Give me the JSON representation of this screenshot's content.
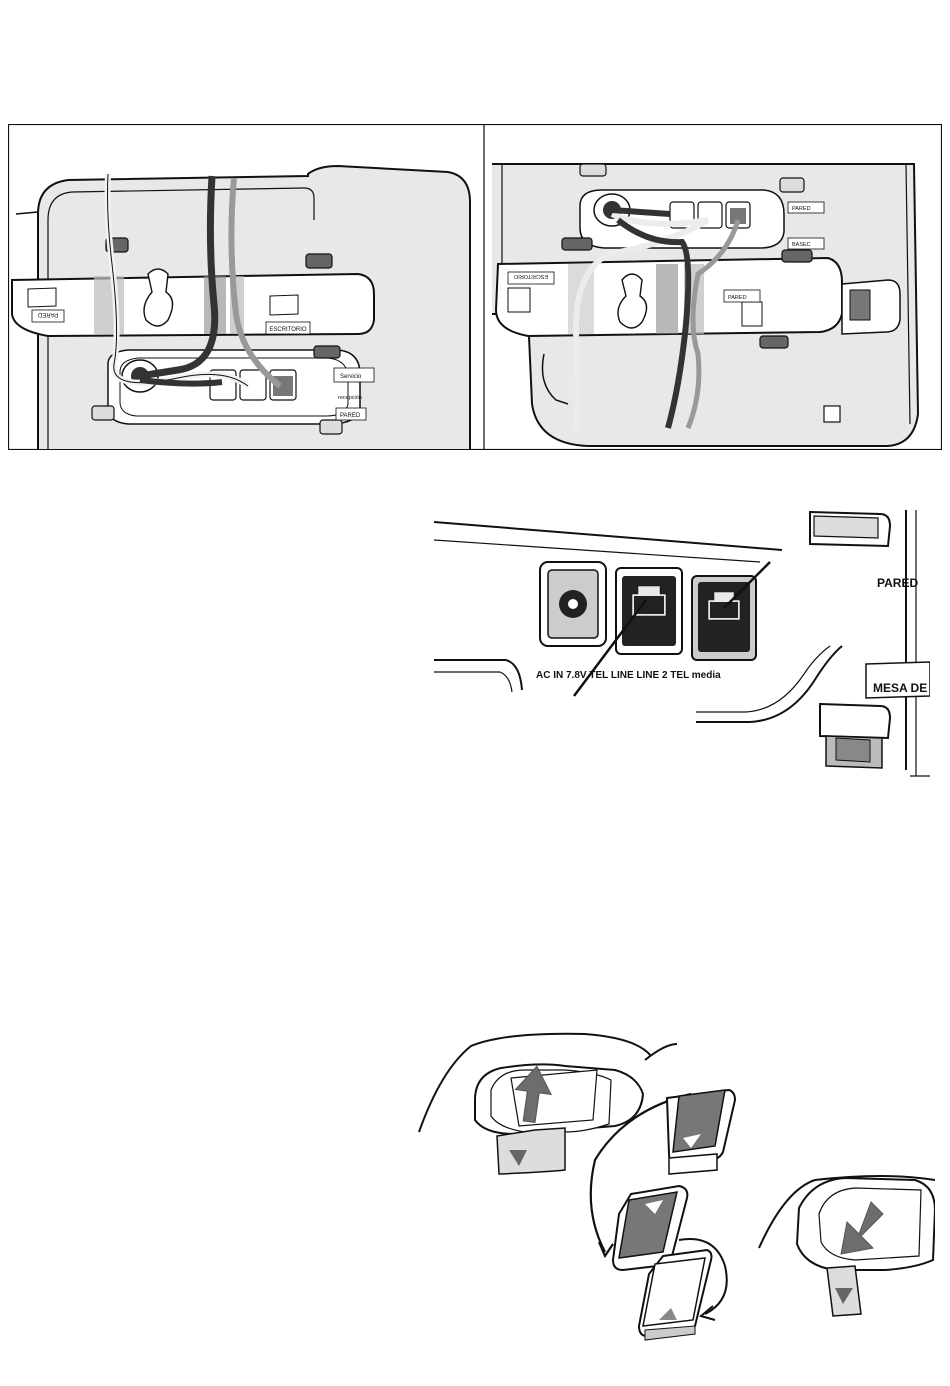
{
  "top_figure": {
    "left_panel": {
      "labels": {
        "pared": "PARED",
        "escritorio": "ESCRITORIO",
        "servicio": "Servicio",
        "recepcion": "recepción",
        "pared2": "PARED"
      }
    },
    "right_panel": {
      "labels": {
        "pared": "PARED",
        "basec": "BASEC",
        "escritorio": "ESCRITORIO",
        "pared2": "PARED"
      }
    }
  },
  "ports_figure": {
    "port_caption": "AC IN 7.8V TEL LINE LINE 2 TEL media",
    "side_label_pared": "PARED",
    "side_label_mesa": "MESA DE"
  },
  "colors": {
    "line": "#111111",
    "dark_cable": "#3a3a3a",
    "mid_gray": "#8a8a8a",
    "light_gray": "#d8d8d8",
    "arrow_gray": "#707070"
  }
}
